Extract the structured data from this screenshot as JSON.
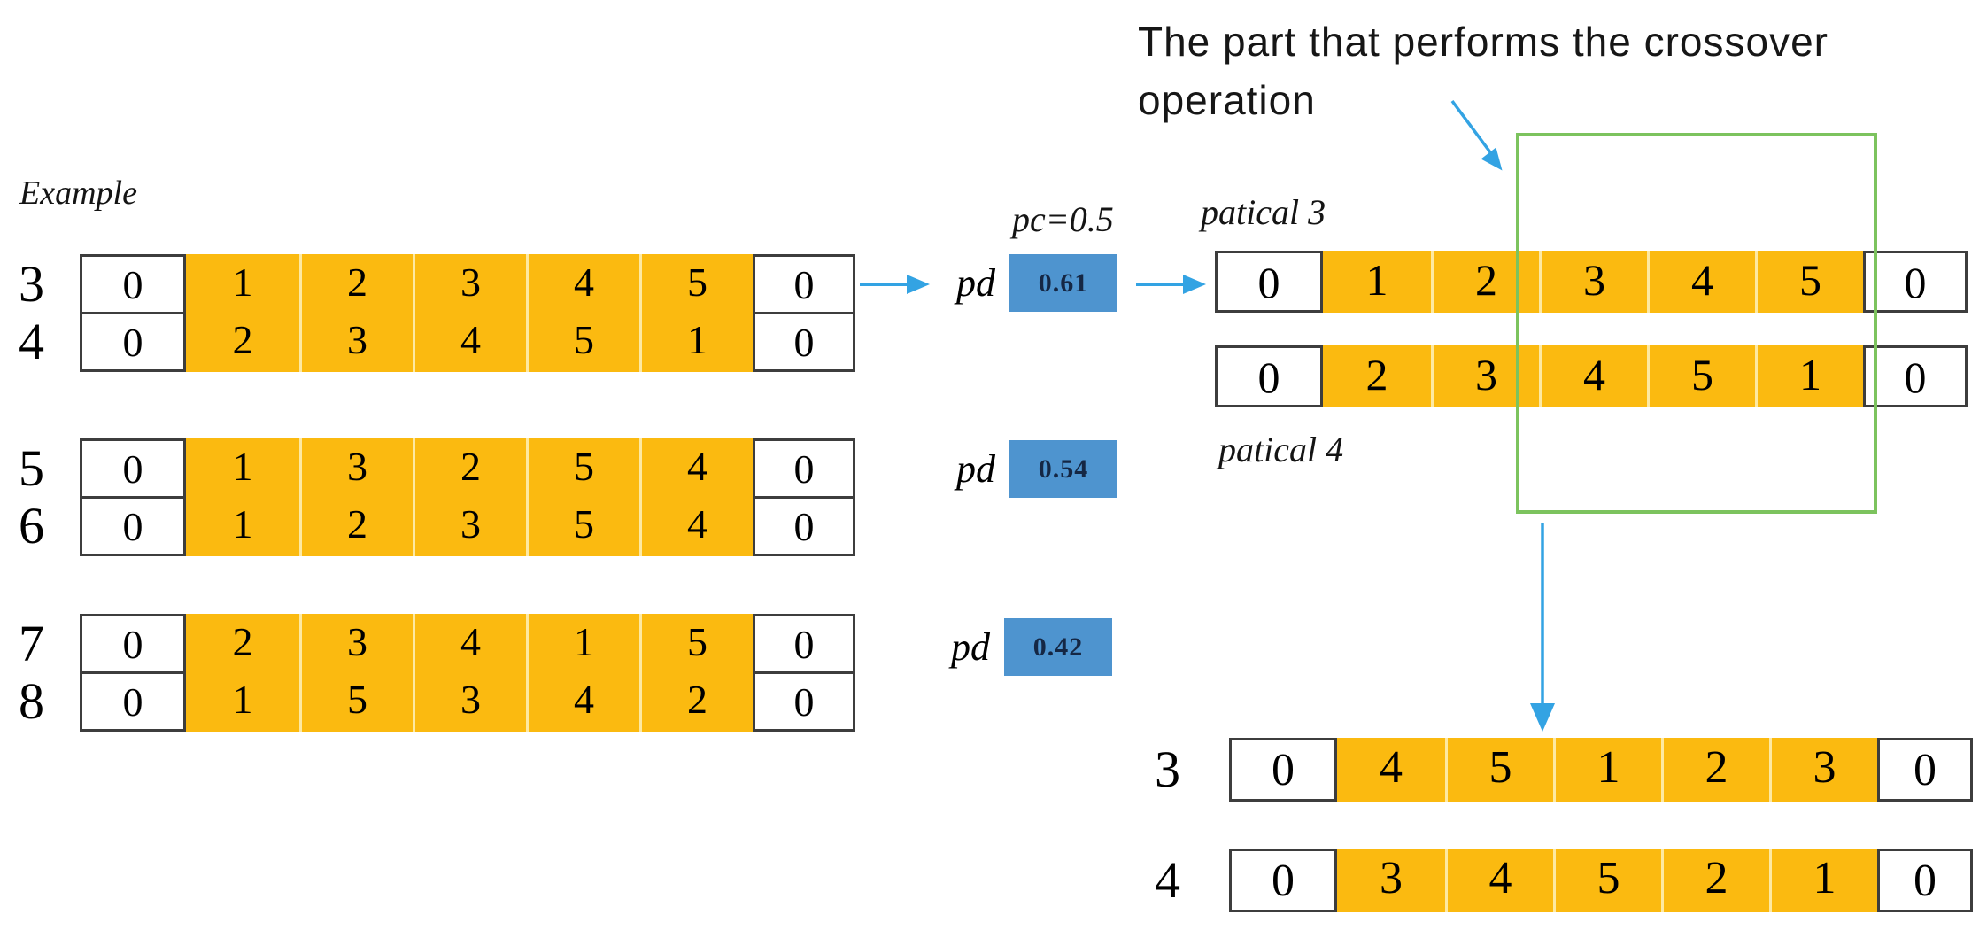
{
  "title": {
    "line1": "The part that performs the crossover",
    "line2": "operation"
  },
  "example_label": "Example",
  "left_pairs": [
    {
      "rows": [
        {
          "label": "3",
          "cells": [
            "0",
            "1",
            "2",
            "3",
            "4",
            "5",
            "0"
          ]
        },
        {
          "label": "4",
          "cells": [
            "0",
            "2",
            "3",
            "4",
            "5",
            "1",
            "0"
          ]
        }
      ]
    },
    {
      "rows": [
        {
          "label": "5",
          "cells": [
            "0",
            "1",
            "3",
            "2",
            "5",
            "4",
            "0"
          ]
        },
        {
          "label": "6",
          "cells": [
            "0",
            "1",
            "2",
            "3",
            "5",
            "4",
            "0"
          ]
        }
      ]
    },
    {
      "rows": [
        {
          "label": "7",
          "cells": [
            "0",
            "2",
            "3",
            "4",
            "1",
            "5",
            "0"
          ]
        },
        {
          "label": "8",
          "cells": [
            "0",
            "1",
            "5",
            "3",
            "4",
            "2",
            "0"
          ]
        }
      ]
    }
  ],
  "middle": {
    "pc_label": "pc=0.5",
    "pd_items": [
      {
        "label": "pd",
        "value": "0.61"
      },
      {
        "label": "pd",
        "value": "0.54"
      },
      {
        "label": "pd",
        "value": "0.42"
      }
    ]
  },
  "right": {
    "partical3_label": "patical 3",
    "partical4_label": "patical 4",
    "rowA": {
      "cells": [
        "0",
        "1",
        "2",
        "3",
        "4",
        "5",
        "0"
      ]
    },
    "rowB": {
      "cells": [
        "0",
        "2",
        "3",
        "4",
        "5",
        "1",
        "0"
      ]
    },
    "results": [
      {
        "label": "3",
        "cells": [
          "0",
          "4",
          "5",
          "1",
          "2",
          "3",
          "0"
        ]
      },
      {
        "label": "4",
        "cells": [
          "0",
          "3",
          "4",
          "5",
          "2",
          "1",
          "0"
        ]
      }
    ]
  },
  "colors": {
    "orange": "#fbba10",
    "seam": "#fde9a2",
    "blue_box": "#4e94cf",
    "arrow_blue": "#33a3e3",
    "green": "#7cc35e"
  }
}
